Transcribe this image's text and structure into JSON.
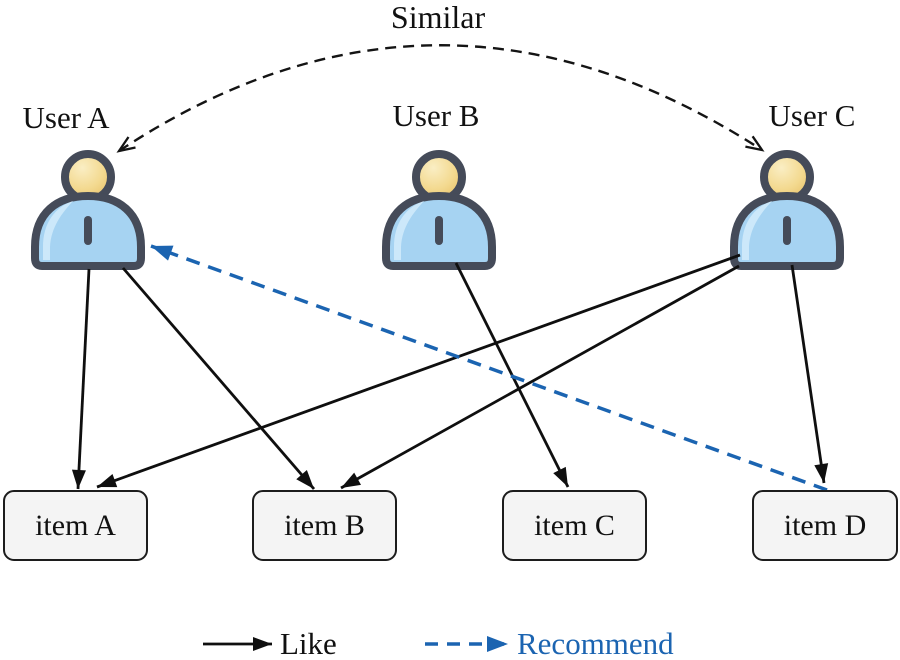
{
  "diagram": {
    "similar_label": "Similar",
    "users": [
      {
        "id": "user-a",
        "label": "User A"
      },
      {
        "id": "user-b",
        "label": "User B"
      },
      {
        "id": "user-c",
        "label": "User C"
      }
    ],
    "items": [
      {
        "id": "item-a",
        "label": "item A"
      },
      {
        "id": "item-b",
        "label": "item B"
      },
      {
        "id": "item-c",
        "label": "item C"
      },
      {
        "id": "item-d",
        "label": "item D"
      }
    ],
    "edges": {
      "like": [
        {
          "from": "User A",
          "to": "item A"
        },
        {
          "from": "User A",
          "to": "item B"
        },
        {
          "from": "User B",
          "to": "item C"
        },
        {
          "from": "User C",
          "to": "item A"
        },
        {
          "from": "User C",
          "to": "item B"
        },
        {
          "from": "User C",
          "to": "item D"
        }
      ],
      "recommend": [
        {
          "from": "item D",
          "to": "User A"
        }
      ],
      "similar": [
        {
          "between": [
            "User A",
            "User C"
          ],
          "style": "dashed-arc-double-open-arrow"
        }
      ]
    },
    "legend": [
      {
        "label": "Like",
        "style": "solid-black-arrow"
      },
      {
        "label": "Recommend",
        "style": "dashed-blue-arrow"
      }
    ],
    "colors": {
      "like_arrow": "#0f0f0f",
      "similar_arc": "#141414",
      "recommend_arrow": "#1b64b1",
      "item_box_fill": "#f4f4f4",
      "item_box_border": "#1c1c1c",
      "icon_outline": "#454b59",
      "icon_head": "#f3d98f",
      "icon_body": "#a6d3f2",
      "background": "#ffffff"
    }
  }
}
